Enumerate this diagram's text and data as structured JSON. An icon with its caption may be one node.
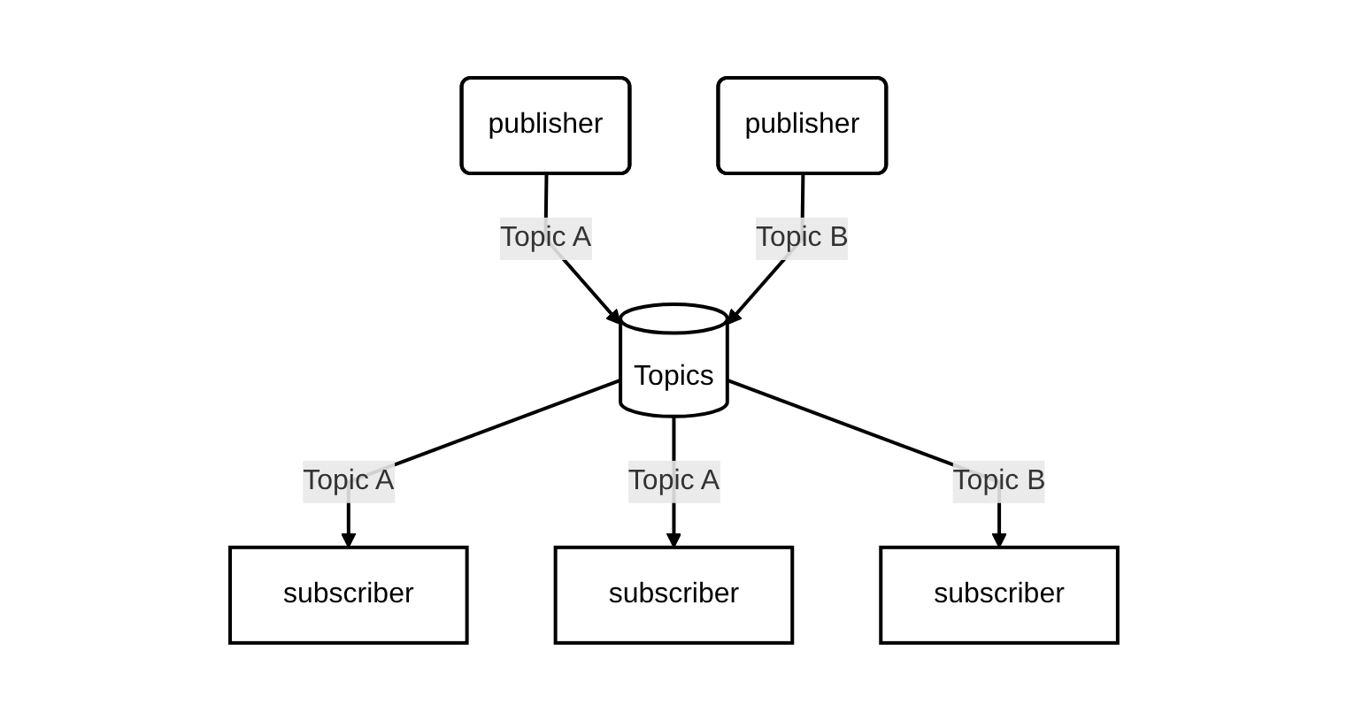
{
  "diagram": {
    "nodes": [
      {
        "text": [
          "publisher"
        ]
      },
      {
        "text": [
          "publisher"
        ]
      },
      {
        "text": [
          "Topics"
        ]
      },
      {
        "text": [
          "subscriber"
        ]
      },
      {
        "text": [
          "subscriber"
        ]
      },
      {
        "text": [
          "subscriber"
        ]
      }
    ],
    "edges": [
      {
        "from": 0,
        "to": 2,
        "arrow": "to",
        "label": "Topic A"
      },
      {
        "from": 1,
        "to": 2,
        "arrow": "to",
        "label": "Topic B"
      },
      {
        "from": 2,
        "to": 3,
        "arrow": "to",
        "label": "Topic A"
      },
      {
        "from": 2,
        "to": 4,
        "arrow": "to",
        "label": "Topic A"
      },
      {
        "from": 2,
        "to": 5,
        "arrow": "to",
        "label": "Topic B"
      }
    ]
  }
}
